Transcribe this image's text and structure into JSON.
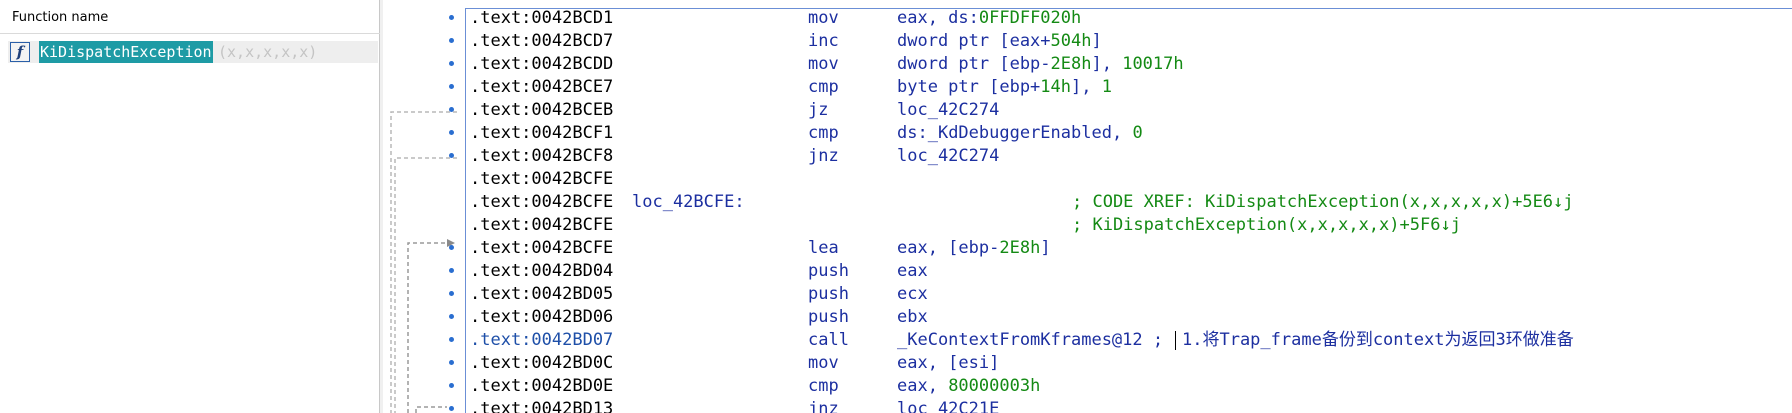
{
  "function_pane": {
    "header": "Function name",
    "selected_function": {
      "name": "KiDispatchException",
      "args": "(x,x,x,x,x)"
    }
  },
  "colors": {
    "selection": "#1e9ba5",
    "keyword_blue": "#1c2fa0",
    "number_green": "#148a14",
    "breakpoint_dot": "#2a6ed0"
  },
  "lines": [
    {
      "addr": ".text:0042BCD1",
      "mnem": "mov",
      "ops": [
        [
          "eax, ds:",
          "reg"
        ],
        [
          "0FFDFF020h",
          "num"
        ]
      ],
      "dot": true
    },
    {
      "addr": ".text:0042BCD7",
      "mnem": "inc",
      "ops": [
        [
          "dword ptr [eax+",
          "reg"
        ],
        [
          "504h",
          "num"
        ],
        [
          "]",
          "reg"
        ]
      ],
      "dot": true
    },
    {
      "addr": ".text:0042BCDD",
      "mnem": "mov",
      "ops": [
        [
          "dword ptr [ebp-",
          "reg"
        ],
        [
          "2E8h",
          "num"
        ],
        [
          "], ",
          "reg"
        ],
        [
          "10017h",
          "num"
        ]
      ],
      "dot": true
    },
    {
      "addr": ".text:0042BCE7",
      "mnem": "cmp",
      "ops": [
        [
          "byte ptr [ebp+",
          "reg"
        ],
        [
          "14h",
          "num"
        ],
        [
          "], ",
          "reg"
        ],
        [
          "1",
          "num"
        ]
      ],
      "dot": true
    },
    {
      "addr": ".text:0042BCEB",
      "mnem": "jz",
      "ops": [
        [
          "loc_42C274",
          "reg"
        ]
      ],
      "dot": true
    },
    {
      "addr": ".text:0042BCF1",
      "mnem": "cmp",
      "ops": [
        [
          "ds:",
          "reg"
        ],
        [
          "_KdDebuggerEnabled",
          "name"
        ],
        [
          ", ",
          "reg"
        ],
        [
          "0",
          "num"
        ]
      ],
      "dot": true
    },
    {
      "addr": ".text:0042BCF8",
      "mnem": "jnz",
      "ops": [
        [
          "loc_42C274",
          "reg"
        ]
      ],
      "dot": true
    },
    {
      "addr": ".text:0042BCFE",
      "mnem": "",
      "ops": [],
      "dot": false
    },
    {
      "addr": ".text:0042BCFE",
      "label": "loc_42BCFE:",
      "mnem": "",
      "ops": [],
      "comment": "; CODE XREF: KiDispatchException(x,x,x,x,x)+5E6↓j",
      "dot": false
    },
    {
      "addr": ".text:0042BCFE",
      "mnem": "",
      "ops": [],
      "comment": "; KiDispatchException(x,x,x,x,x)+5F6↓j",
      "dot": false
    },
    {
      "addr": ".text:0042BCFE",
      "mnem": "lea",
      "ops": [
        [
          "eax, [ebp-",
          "reg"
        ],
        [
          "2E8h",
          "num"
        ],
        [
          "]",
          "reg"
        ]
      ],
      "dot": true
    },
    {
      "addr": ".text:0042BD04",
      "mnem": "push",
      "ops": [
        [
          "eax",
          "reg"
        ]
      ],
      "dot": true
    },
    {
      "addr": ".text:0042BD05",
      "mnem": "push",
      "ops": [
        [
          "ecx",
          "reg"
        ]
      ],
      "dot": true
    },
    {
      "addr": ".text:0042BD06",
      "mnem": "push",
      "ops": [
        [
          "ebx",
          "reg"
        ]
      ],
      "dot": true
    },
    {
      "addr": ".text:0042BD07",
      "mnem": "call",
      "ops": [
        [
          "_KeContextFromKframes@12",
          "name"
        ],
        [
          " ;",
          "reg"
        ]
      ],
      "user_comment": "1.将Trap_frame备份到context为返回3环做准备",
      "highlight": true,
      "dot": true
    },
    {
      "addr": ".text:0042BD0C",
      "mnem": "mov",
      "ops": [
        [
          "eax, [esi]",
          "reg"
        ]
      ],
      "dot": true
    },
    {
      "addr": ".text:0042BD0E",
      "mnem": "cmp",
      "ops": [
        [
          "eax, ",
          "reg"
        ],
        [
          "80000003h",
          "num"
        ]
      ],
      "dot": true
    },
    {
      "addr": ".text:0042BD13",
      "mnem": "jnz",
      "ops": [
        [
          "loc_42C21E",
          "reg"
        ]
      ],
      "dot": true
    }
  ]
}
